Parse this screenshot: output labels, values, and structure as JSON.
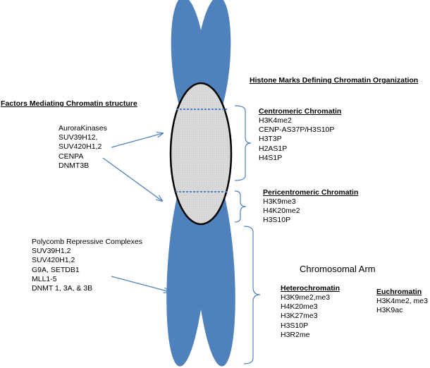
{
  "headings": {
    "left": "Factors Mediating Chromatin structure",
    "right": "Histone Marks Defining Chromatin Organization"
  },
  "factors_group_1": [
    "AuroraKinases",
    "SUV39H12,",
    "SUV420H1,2",
    "CENPA",
    "DNMT3B"
  ],
  "factors_group_2": [
    "Polycomb Repressive Complexes",
    "SUV39H1,2",
    "SUV420H1,2",
    "G9A,  SETDB1",
    "MLL1-5",
    "DNMT 1, 3A, & 3B"
  ],
  "centromeric": {
    "title": "Centromeric Chromatin",
    "marks": [
      "H3K4me2",
      "CENP-AS37P/H3S10P",
      "H3T3P",
      "H2AS1P",
      "H4S1P"
    ]
  },
  "pericentromeric": {
    "title": "Pericentromeric Chromatin",
    "marks": [
      "H3K9me3",
      "H4K20me2",
      "H3S10P"
    ]
  },
  "chromosomal_arm": "Chromosomal Arm",
  "heterochromatin": {
    "title": "Heterochromatin",
    "marks": [
      "H3K9me2,me3",
      "H4K20me3",
      "H3K27me3",
      "H3S10P",
      "H3R2me"
    ]
  },
  "euchromatin": {
    "title": "Euchromatin",
    "marks": [
      "H3K4me2, me3",
      "H3K9ac"
    ]
  },
  "colors": {
    "chromatid": "#4f81bd",
    "centromere_fill": "#d9d9d9",
    "arrow": "#4f81bd",
    "bracket": "#4f81bd",
    "dotted_line": "#4f81bd"
  }
}
